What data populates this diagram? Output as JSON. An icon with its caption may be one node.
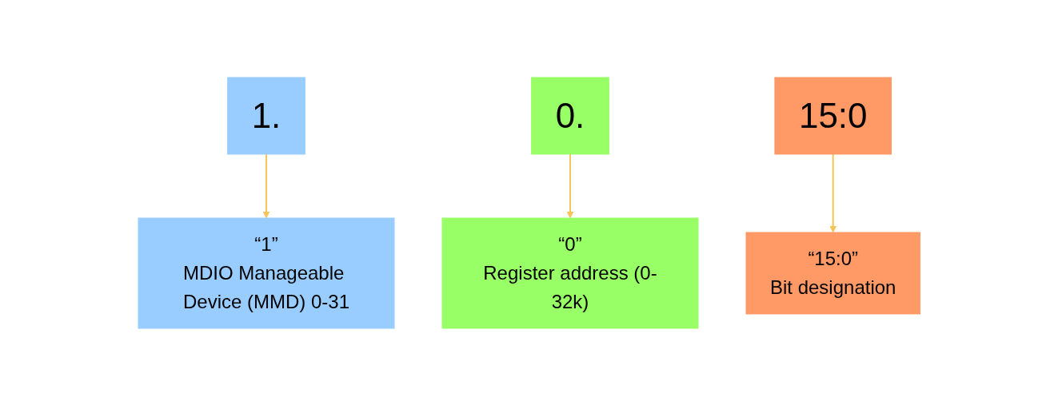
{
  "diagram": {
    "nodes": [
      {
        "text": [
          "1."
        ]
      },
      {
        "text": [
          "0."
        ]
      },
      {
        "text": [
          "15:0"
        ]
      },
      {
        "text": [
          "“1”",
          "MDIO Manageable Device (MMD) 0-31"
        ]
      },
      {
        "text": [
          "“0”",
          "Register address (0-32k)"
        ]
      },
      {
        "text": [
          "“15:0”",
          "Bit designation"
        ]
      }
    ],
    "edges": [
      {
        "from": 0,
        "to": 3,
        "arrow": "to"
      },
      {
        "from": 1,
        "to": 4,
        "arrow": "to"
      },
      {
        "from": 2,
        "to": 5,
        "arrow": "to"
      }
    ]
  }
}
